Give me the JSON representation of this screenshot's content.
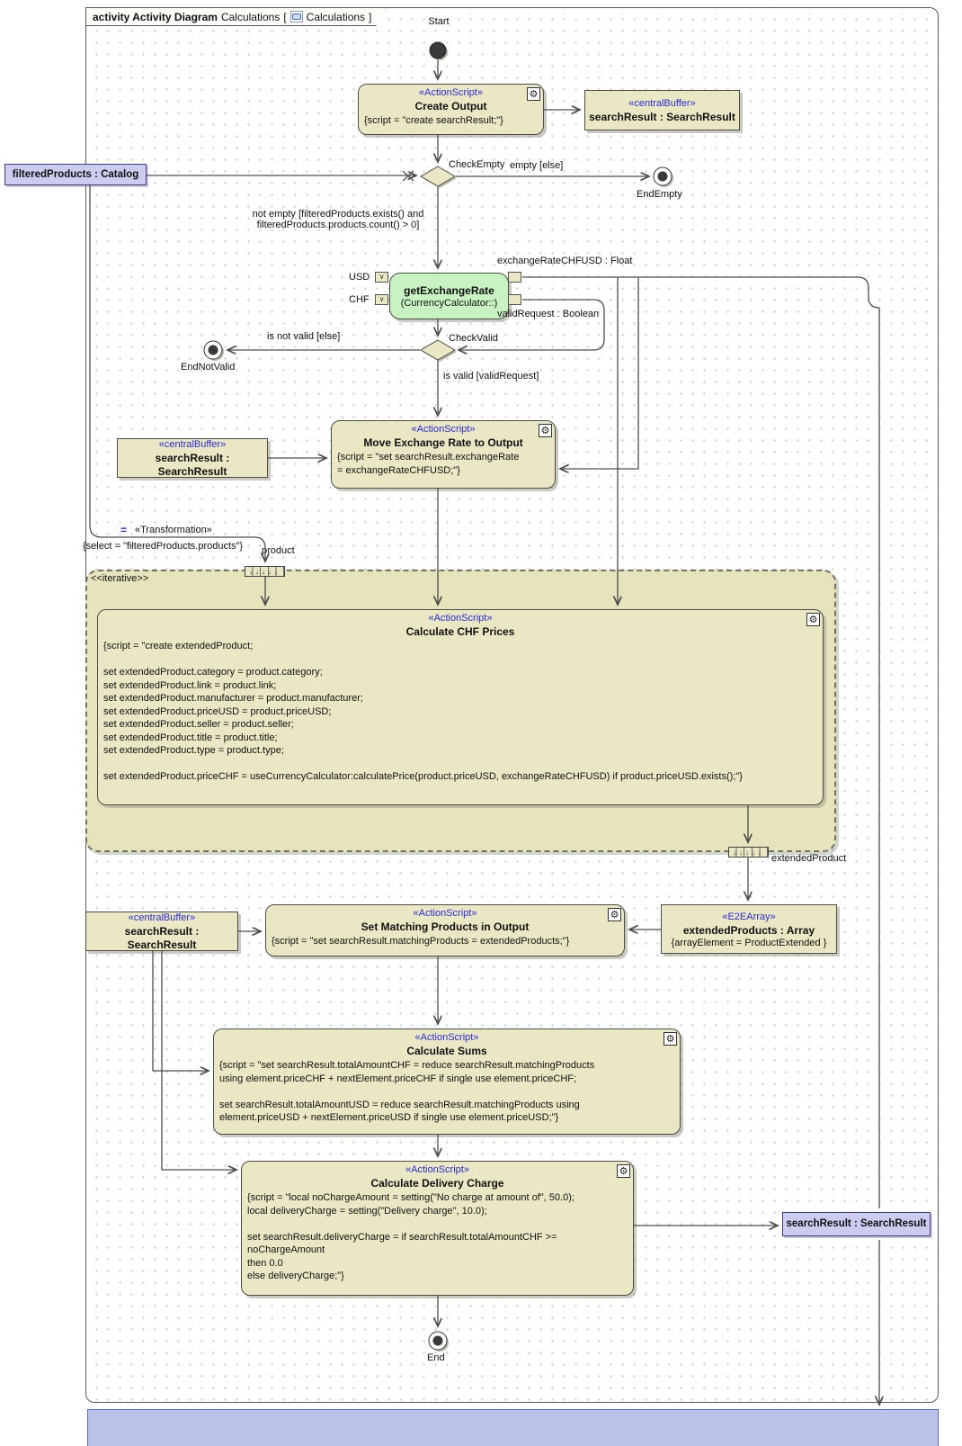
{
  "frame": {
    "keyword": "activity Activity Diagram",
    "name": "Calculations",
    "bracket_open": "[",
    "context": "Calculations",
    "bracket_close": "]"
  },
  "icons": {
    "gear": "⚙",
    "pin_check": "∨",
    "expansion_arrows": "↓↓↓↓↓"
  },
  "labels": {
    "start": "Start",
    "end": "End",
    "end_empty": "EndEmpty",
    "end_not_valid": "EndNotValid",
    "check_empty": "CheckEmpty",
    "check_valid": "CheckValid",
    "edge_empty": "empty [else]",
    "edge_not_empty": "not empty [filteredProducts.exists() and\nfilteredProducts.products.count() > 0]",
    "edge_not_valid": "is not valid [else]",
    "edge_valid": "is valid [validRequest]",
    "product_pin": "product",
    "extended_product_pin": "extendedProduct",
    "iterative": "<<iterative>>"
  },
  "nodes": {
    "create_output": {
      "stereotype": "«ActionScript»",
      "title": "Create Output",
      "script": "{script = \"create searchResult;\"}"
    },
    "buffer_top": {
      "stereotype": "«centralBuffer»",
      "title": "searchResult : SearchResult"
    },
    "buffer_mid": {
      "stereotype": "«centralBuffer»",
      "title": "searchResult : SearchResult"
    },
    "buffer_low": {
      "stereotype": "«centralBuffer»",
      "title": "searchResult : SearchResult"
    },
    "filtered_products": {
      "title": "filteredProducts : Catalog"
    },
    "get_exchange_rate": {
      "title": "getExchangeRate",
      "subtitle": "(CurrencyCalculator::)",
      "pin_usd": "USD",
      "pin_chf": "CHF",
      "out_rate": "exchangeRateCHFUSD : Float",
      "out_valid": "validRequest : Boolean"
    },
    "move_rate": {
      "stereotype": "«ActionScript»",
      "title": "Move Exchange Rate to Output",
      "script": "{script = \"set searchResult.exchangeRate\n= exchangeRateCHFUSD;\"}"
    },
    "transformation": {
      "icon": "=",
      "stereotype": "«Transformation»",
      "select": "{select = \"filteredProducts.products\"}"
    },
    "calc_chf": {
      "stereotype": "«ActionScript»",
      "title": "Calculate CHF Prices",
      "script": "{script = \"create extendedProduct;\n\nset extendedProduct.category = product.category;\nset extendedProduct.link = product.link;\nset extendedProduct.manufacturer = product.manufacturer;\nset extendedProduct.priceUSD = product.priceUSD;\nset extendedProduct.seller = product.seller;\nset extendedProduct.title = product.title;\nset extendedProduct.type = product.type;\n\nset extendedProduct.priceCHF = useCurrencyCalculator:calculatePrice(product.priceUSD, exchangeRateCHFUSD) if product.priceUSD.exists();\"}"
    },
    "e2e_array": {
      "stereotype": "«E2EArray»",
      "title": "extendedProducts : Array",
      "constraint": "{arrayElement = ProductExtended }"
    },
    "set_matching": {
      "stereotype": "«ActionScript»",
      "title": "Set Matching Products in Output",
      "script": "{script = \"set searchResult.matchingProducts = extendedProducts;\"}"
    },
    "calc_sums": {
      "stereotype": "«ActionScript»",
      "title": "Calculate Sums",
      "script": "{script = \"set searchResult.totalAmountCHF = reduce searchResult.matchingProducts\nusing element.priceCHF + nextElement.priceCHF if single use element.priceCHF;\n\nset searchResult.totalAmountUSD = reduce searchResult.matchingProducts using\nelement.priceUSD + nextElement.priceUSD if single use element.priceUSD;\"}"
    },
    "calc_delivery": {
      "stereotype": "«ActionScript»",
      "title": "Calculate Delivery Charge",
      "script": "{script = \"local noChargeAmount = setting(\"No charge at amount of\", 50.0);\nlocal deliveryCharge = setting(\"Delivery charge\", 10.0);\n\nset searchResult.deliveryCharge = if searchResult.totalAmountCHF >=\nnoChargeAmount\nthen 0.0\nelse deliveryCharge;\"}"
    },
    "search_result_out": {
      "title": "searchResult : SearchResult"
    }
  },
  "colors": {
    "action_fill": "#e9e7c4",
    "region_fill": "#e6e4bc",
    "call_behavior_fill": "#c9f2c2",
    "object_fill": "#ccccf0",
    "stereotype_text": "#2b2bd4",
    "bottom_strip_fill": "#b9c3ea",
    "line": "#4d4d4d"
  }
}
